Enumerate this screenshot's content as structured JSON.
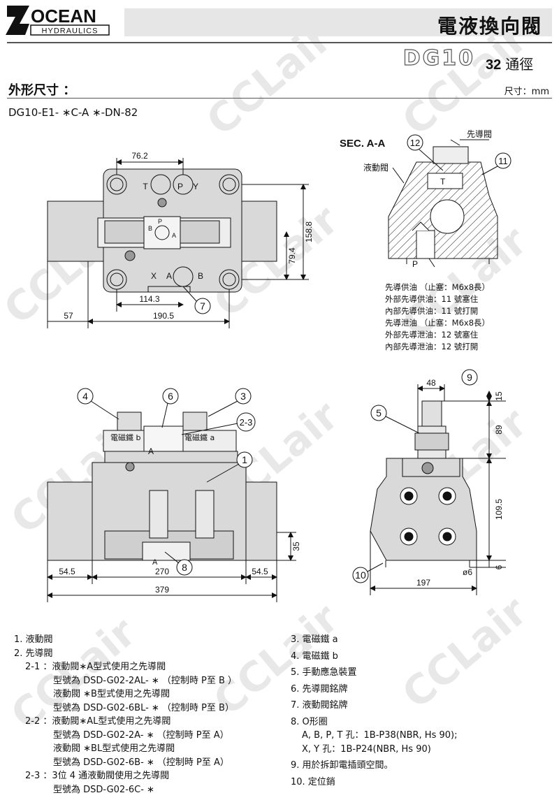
{
  "brand": {
    "name": "OCEAN",
    "mark": "Z",
    "sub": "HYDRAULICS"
  },
  "header": {
    "title": "電液換向閥",
    "model": "DG10",
    "size_num": "32",
    "size_unit": "通徑"
  },
  "section": {
    "heading": "外形尺寸 ：",
    "unit": "尺寸：mm"
  },
  "model_code": "DG10-E1- ∗C-A ∗-DN-82",
  "watermark": "CCLair",
  "drawing_top": {
    "dims": [
      "76.2",
      "158.8",
      "79.4",
      "114.3",
      "190.5",
      "57"
    ],
    "ports": [
      "T",
      "P",
      "Y",
      "X",
      "A",
      "B"
    ],
    "callout": "7",
    "small_ports": [
      "P",
      "B",
      "A"
    ]
  },
  "section_view": {
    "title": "SEC. A-A",
    "pilot_label": "先導閥",
    "main_label": "液動閥",
    "callouts": [
      "12",
      "11"
    ],
    "ports": [
      "T",
      "P"
    ],
    "notes": [
      "先導供油 （止塞：M6x8長）",
      "外部先導供油：11 號塞住",
      "內部先導供油：11 號打開",
      "先導泄油 （止塞：M6x8長）",
      "外部先導泄油：12 號塞住",
      "內部先導泄油：12 號打開"
    ]
  },
  "drawing_front": {
    "callouts": [
      "4",
      "6",
      "3",
      "2-3",
      "1",
      "8"
    ],
    "coil_labels": [
      "電磁鐵 b",
      "電磁鐵 a"
    ],
    "ports": [
      "A",
      "A"
    ],
    "dims": [
      "35",
      "54.5",
      "270",
      "54.5",
      "379"
    ]
  },
  "drawing_side": {
    "callouts": [
      "9",
      "5",
      "10"
    ],
    "dims": [
      "48",
      "15",
      "89",
      "109.5",
      "ø6",
      "6",
      "197"
    ]
  },
  "parts_left": [
    "1. 液動閥",
    "2. 先導閥",
    "2-1 ：液動閥∗A型式使用之先導閥",
    "型號為 DSD-G02-2AL- ∗ （控制時 P至 B ）",
    "液動閥 ∗B型式使用之先導閥",
    "型號為 DSD-G02-6BL- ∗ （控制時 P至 B）",
    "2-2 ：液動閥∗AL型式使用之先導閥",
    "型號為 DSD-G02-2A- ∗ （控制時 P至 A）",
    "液動閥 ∗BL型式使用之先導閥",
    "型號為 DSD-G02-6B- ∗ （控制時 P至 A）",
    "2-3 ：3位 4 通液動閥使用之先導閥",
    "型號為 DSD-G02-6C- ∗"
  ],
  "parts_right": [
    "3. 電磁鐵 a",
    "4. 電磁鐵 b",
    "5. 手動應急裝置",
    "6. 先導閥銘牌",
    "7. 液動閥銘牌",
    "8. O形圈",
    "A, B, P, T 孔：1B-P38(NBR, Hs 90);",
    "X, Y 孔：1B-P24(NBR, Hs 90)",
    "9. 用於拆卸電插頭空間。",
    "10. 定位銷"
  ]
}
